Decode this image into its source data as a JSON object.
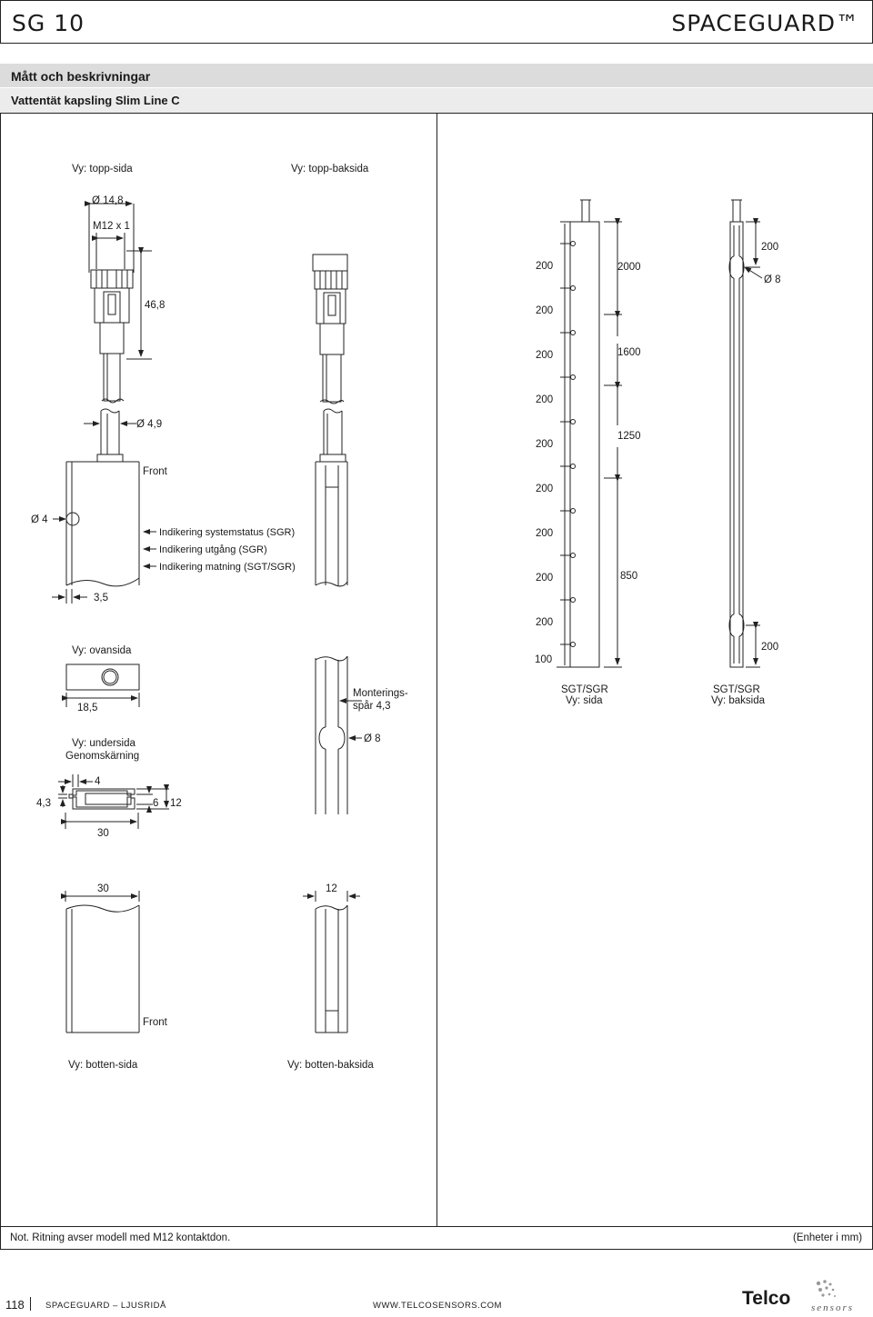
{
  "header": {
    "left": "SG 10",
    "right": "SPACEGUARD™"
  },
  "section": {
    "title": "Mått och beskrivningar",
    "subtitle": "Vattentät kapsling Slim Line C"
  },
  "views": {
    "top_side": "Vy: topp-sida",
    "top_back": "Vy: topp-baksida",
    "upper": "Vy: ovansida",
    "under_1": "Vy: undersida",
    "under_2": "Genomskärning",
    "bottom_side": "Vy: botten-sida",
    "bottom_back": "Vy: botten-baksida",
    "sgt_side_1": "SGT/SGR",
    "sgt_side_2": "Vy: sida",
    "sgt_back_1": "SGT/SGR",
    "sgt_back_2": "Vy: baksida"
  },
  "dimensions": {
    "d14_8": "Ø 14,8",
    "m12": "M12 x 1",
    "d46_8": "46,8",
    "d4_9": "Ø 4,9",
    "d4": "Ø 4",
    "d3_5": "3,5",
    "d18_5": "18,5",
    "d8": "Ø 8",
    "d4_top": "4",
    "d4_3": "4,3",
    "d6": "6",
    "d12": "12",
    "d30": "30",
    "d30b": "30",
    "d12b": "12",
    "tower_spacing": [
      "200",
      "200",
      "200",
      "200",
      "200",
      "200",
      "200",
      "200",
      "200"
    ],
    "tower_100": "100",
    "tower_heights": [
      "2000",
      "1600",
      "1250",
      "850"
    ],
    "back_200_top": "200",
    "back_d8": "Ø 8",
    "back_200_bottom": "200"
  },
  "labels": {
    "front": "Front",
    "front_bottom": "Front",
    "ind_status": "Indikering systemstatus (SGR)",
    "ind_output": "Indikering utgång (SGR)",
    "ind_power": "Indikering matning (SGT/SGR)",
    "groove_1": "Monterings-",
    "groove_2": "spår 4,3"
  },
  "notes": {
    "left": "Not. Ritning avser modell med M12 kontaktdon.",
    "right": "(Enheter i mm)"
  },
  "footer": {
    "page": "118",
    "section": "SPACEGUARD – LJUSRIDÅ",
    "url": "WWW.TELCOSENSORS.COM",
    "logo_text": "Telco",
    "logo_sub": "sensors"
  }
}
